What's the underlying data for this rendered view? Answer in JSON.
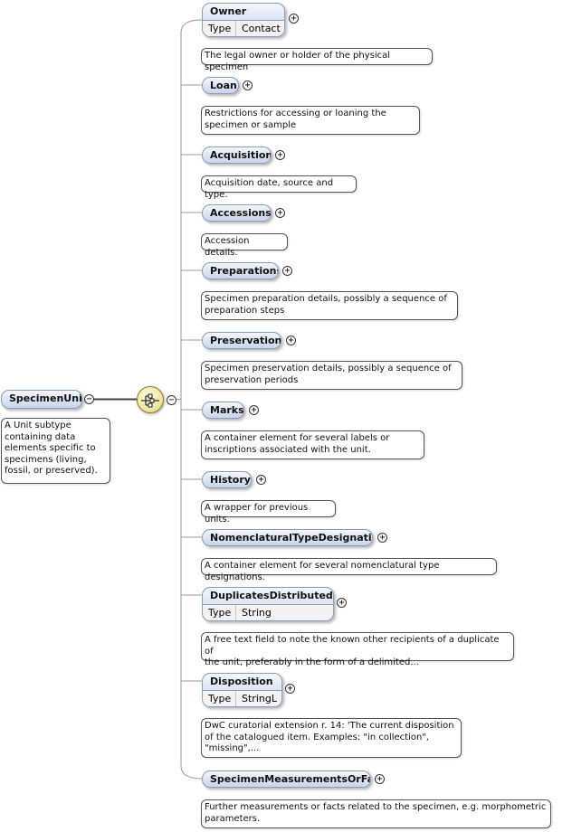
{
  "root": {
    "name": "SpecimenUnit",
    "collapse_glyph": "−",
    "doc": "A Unit subtype\ncontaining data\nelements specific to\nspecimens (living,\nfossil, or preserved)."
  },
  "sequence": {
    "icon": "sequence-compositor-icon",
    "collapse_glyph": "−"
  },
  "children": [
    {
      "name": "Owner",
      "type_key": "Type",
      "type_value": "Contact",
      "expand_glyph": "+",
      "doc": "The legal owner or holder of the physical specimen"
    },
    {
      "name": "Loan",
      "expand_glyph": "+",
      "doc": "Restrictions for accessing or loaning the\nspecimen or sample"
    },
    {
      "name": "Acquisition",
      "expand_glyph": "+",
      "doc": "Acquisition date, source and type."
    },
    {
      "name": "Accessions",
      "expand_glyph": "+",
      "doc": "Accession details."
    },
    {
      "name": "Preparations",
      "expand_glyph": "+",
      "doc": "Specimen preparation details, possibly a sequence of\npreparation steps"
    },
    {
      "name": "Preservations",
      "expand_glyph": "+",
      "doc": "Specimen preservation details, possibly a sequence of\npreservation periods"
    },
    {
      "name": "Marks",
      "expand_glyph": "+",
      "doc": "A container element for several labels or\ninscriptions associated with the unit."
    },
    {
      "name": "History",
      "expand_glyph": "+",
      "doc": "A wrapper for previous units."
    },
    {
      "name": "NomenclaturalTypeDesignations",
      "expand_glyph": "+",
      "doc": "A container element for several nomenclatural type designations."
    },
    {
      "name": "DuplicatesDistributedTo",
      "type_key": "Type",
      "type_value": "String",
      "expand_glyph": "+",
      "doc": "A free text field to note the known other recipients of a duplicate of\nthe unit, preferably in the form of a delimited..."
    },
    {
      "name": "Disposition",
      "type_key": "Type",
      "type_value": "StringL",
      "expand_glyph": "+",
      "doc": "DwC curatorial extension r. 14: 'The current disposition\nof the catalogued item. Examples: \"in collection\",\n\"missing\",..."
    },
    {
      "name": "SpecimenMeasurementsOrFacts",
      "expand_glyph": "+",
      "doc": "Further measurements or facts related to the specimen, e.g. morphometric\nparameters."
    }
  ]
}
